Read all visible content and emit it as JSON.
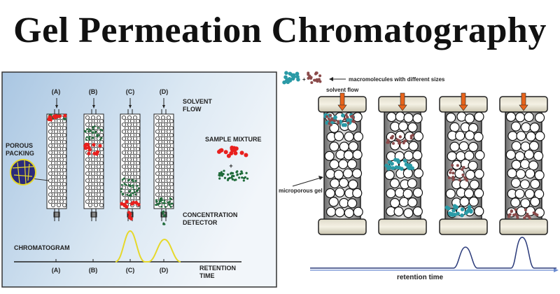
{
  "title": "Gel Permeation Chromatography",
  "left_diagram": {
    "column_labels": [
      "(A)",
      "(B)",
      "(C)",
      "(D)"
    ],
    "solvent_flow": [
      "SOLVENT",
      "FLOW"
    ],
    "porous_packing": [
      "POROUS",
      "PACKING"
    ],
    "sample_mixture": "SAMPLE MIXTURE",
    "plus": "+",
    "detector": [
      "CONCENTRATION",
      "DETECTOR"
    ],
    "chromatogram": "CHROMATOGRAM",
    "axis_labels": [
      "(A)",
      "(B)",
      "(C)",
      "(D)"
    ],
    "retention_time": [
      "RETENTION",
      "TIME"
    ],
    "colors": {
      "large": "#e8201e",
      "small": "#1f6b3a",
      "peak": "#e6d82a",
      "background": "#cfe0ef"
    }
  },
  "right_diagram": {
    "legend_plus": "+",
    "legend_text": "macromolecules with different sizes",
    "solvent_flow": "solvent flow",
    "gel_label": "microporous gel",
    "retention_time": "retention time",
    "colors": {
      "large": "#2a9aa6",
      "small": "#8a4a4a",
      "arrow": "#e8641c",
      "line": "#2a3a7a"
    }
  }
}
